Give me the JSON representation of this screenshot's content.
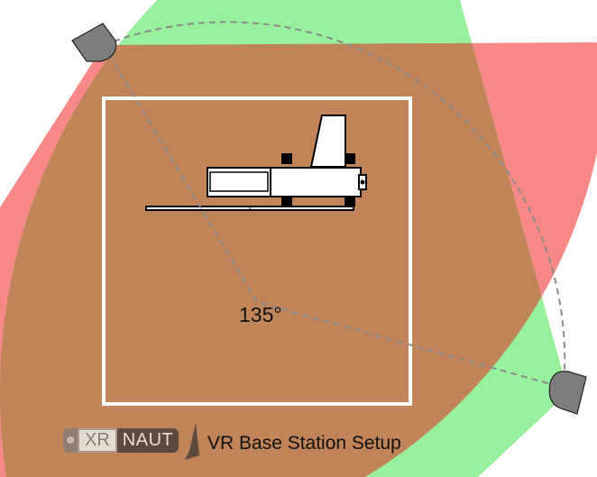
{
  "diagram": {
    "title": "VR Base Station Setup",
    "angle_label": "135°",
    "logo": {
      "part1": "XR",
      "part2": "NAUT",
      "icon": "ship-wheel-icon"
    },
    "colors": {
      "station1_coverage": "#f88787",
      "station2_coverage": "#98f09c",
      "overlap": "#c08458",
      "station": "#7d7d7b",
      "play_area_border": "#ffffff"
    },
    "stations": [
      {
        "name": "base-station-1"
      },
      {
        "name": "base-station-2"
      }
    ]
  }
}
